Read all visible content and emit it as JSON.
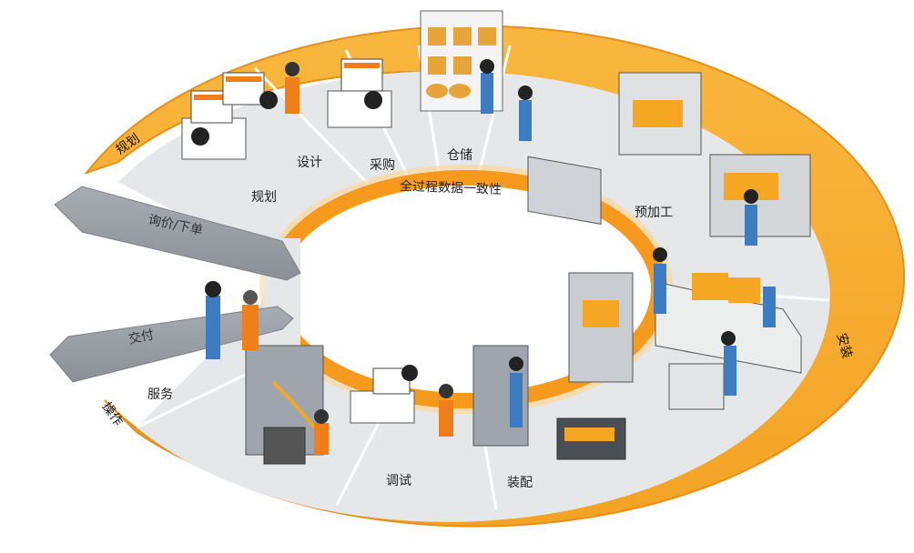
{
  "diagram": {
    "type": "process-cycle",
    "center_ring_label": "全过程数据一致性",
    "outer_phases": [
      {
        "label": "规划",
        "color": "#f7ac2e"
      },
      {
        "label": "安装",
        "color": "#f7ac2e"
      },
      {
        "label": "操作",
        "color": "#f7ac2e"
      }
    ],
    "side_blocks": [
      {
        "label": "询价/下单",
        "color": "#9aa0a6"
      },
      {
        "label": "交付",
        "color": "#9aa0a6"
      }
    ],
    "stations": [
      {
        "label": "规划"
      },
      {
        "label": "设计"
      },
      {
        "label": "采购"
      },
      {
        "label": "仓储"
      },
      {
        "label": "预加工"
      },
      {
        "label": "装配"
      },
      {
        "label": "调试"
      },
      {
        "label": "服务"
      }
    ],
    "colors": {
      "outer_ring": "#f7ac2e",
      "outer_ring_edge": "#e08a10",
      "inner_ring": "#f59a1c",
      "floor": "#e4e5e6",
      "floor_dark": "#d4d6d8",
      "block_grey": "#9ca1a7",
      "accent_orange": "#f07f1a",
      "worker_blue": "#3d7cc0"
    }
  }
}
